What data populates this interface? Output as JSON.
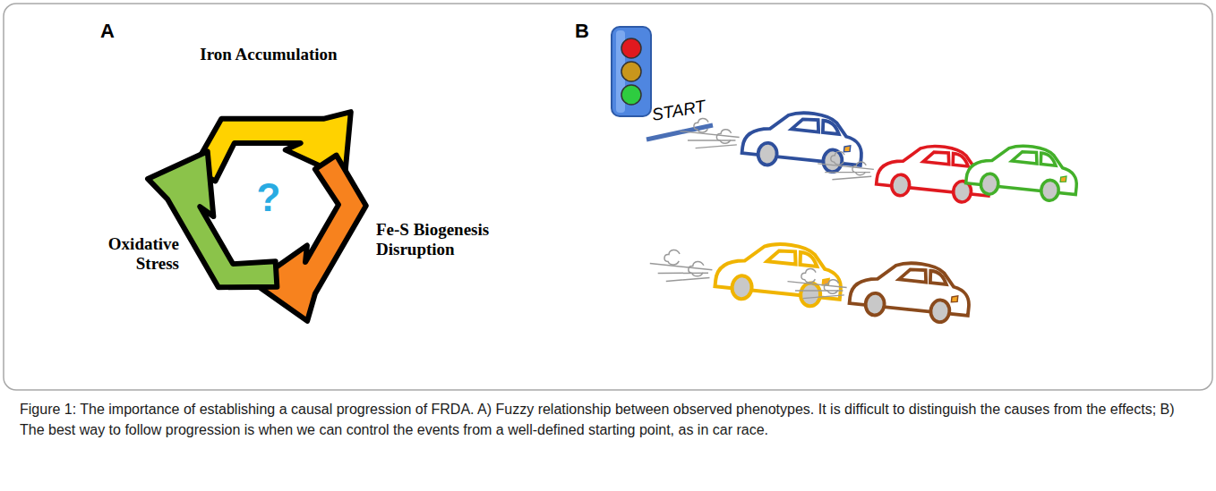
{
  "diagram": {
    "caption": "Figure 1: The importance of establishing a causal progression of FRDA. A) Fuzzy relationship between observed phenotypes. It is difficult to distinguish the causes from the effects; B) The best way to follow progression is when we can control the events from a well-defined starting point, as in car race.",
    "labels": [
      "A",
      "Iron Accumulation",
      "Oxidative Stress",
      "Fe-S Biogenesis Disruption",
      "?",
      "B",
      "START"
    ]
  }
}
